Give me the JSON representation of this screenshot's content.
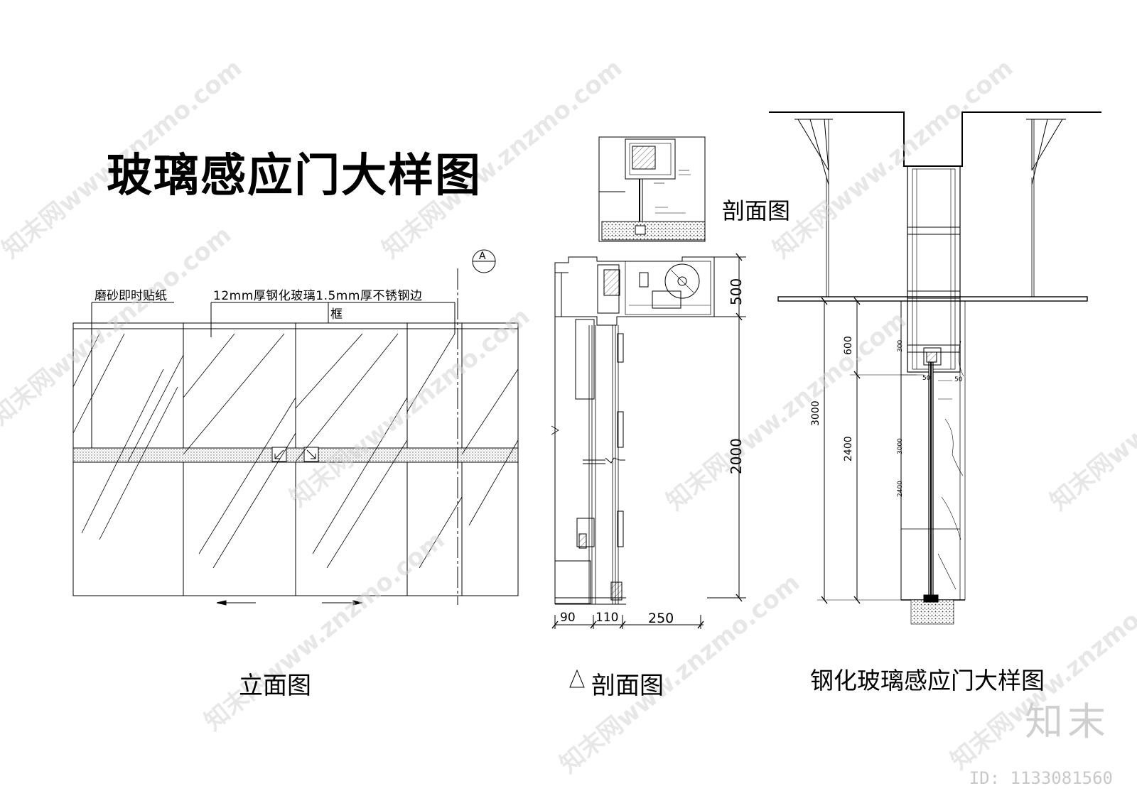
{
  "title": "玻璃感应门大样图",
  "elevation": {
    "caption": "立面图",
    "section_marker": "A",
    "note_frosted": "磨砂即时贴纸",
    "note_glass": "12mm厚钢化玻璃1.5mm厚不锈钢边",
    "note_glass_line2": "框"
  },
  "section_a": {
    "caption": "剖面图",
    "marker_symbol": "△",
    "dims_vertical": [
      "500",
      "2000"
    ],
    "dims_horizontal": [
      "90",
      "110",
      "250"
    ]
  },
  "detail": {
    "label_section": "剖面图",
    "caption": "钢化玻璃感应门大样图",
    "dims_vertical": [
      "600",
      "3000",
      "2400"
    ],
    "small_dims": [
      "300",
      "50",
      "50",
      "3000",
      "2400"
    ]
  },
  "watermark": {
    "brand": "知末",
    "id": "ID: 1133081560",
    "diagonal_text": "知末网www.znzmo.com"
  }
}
